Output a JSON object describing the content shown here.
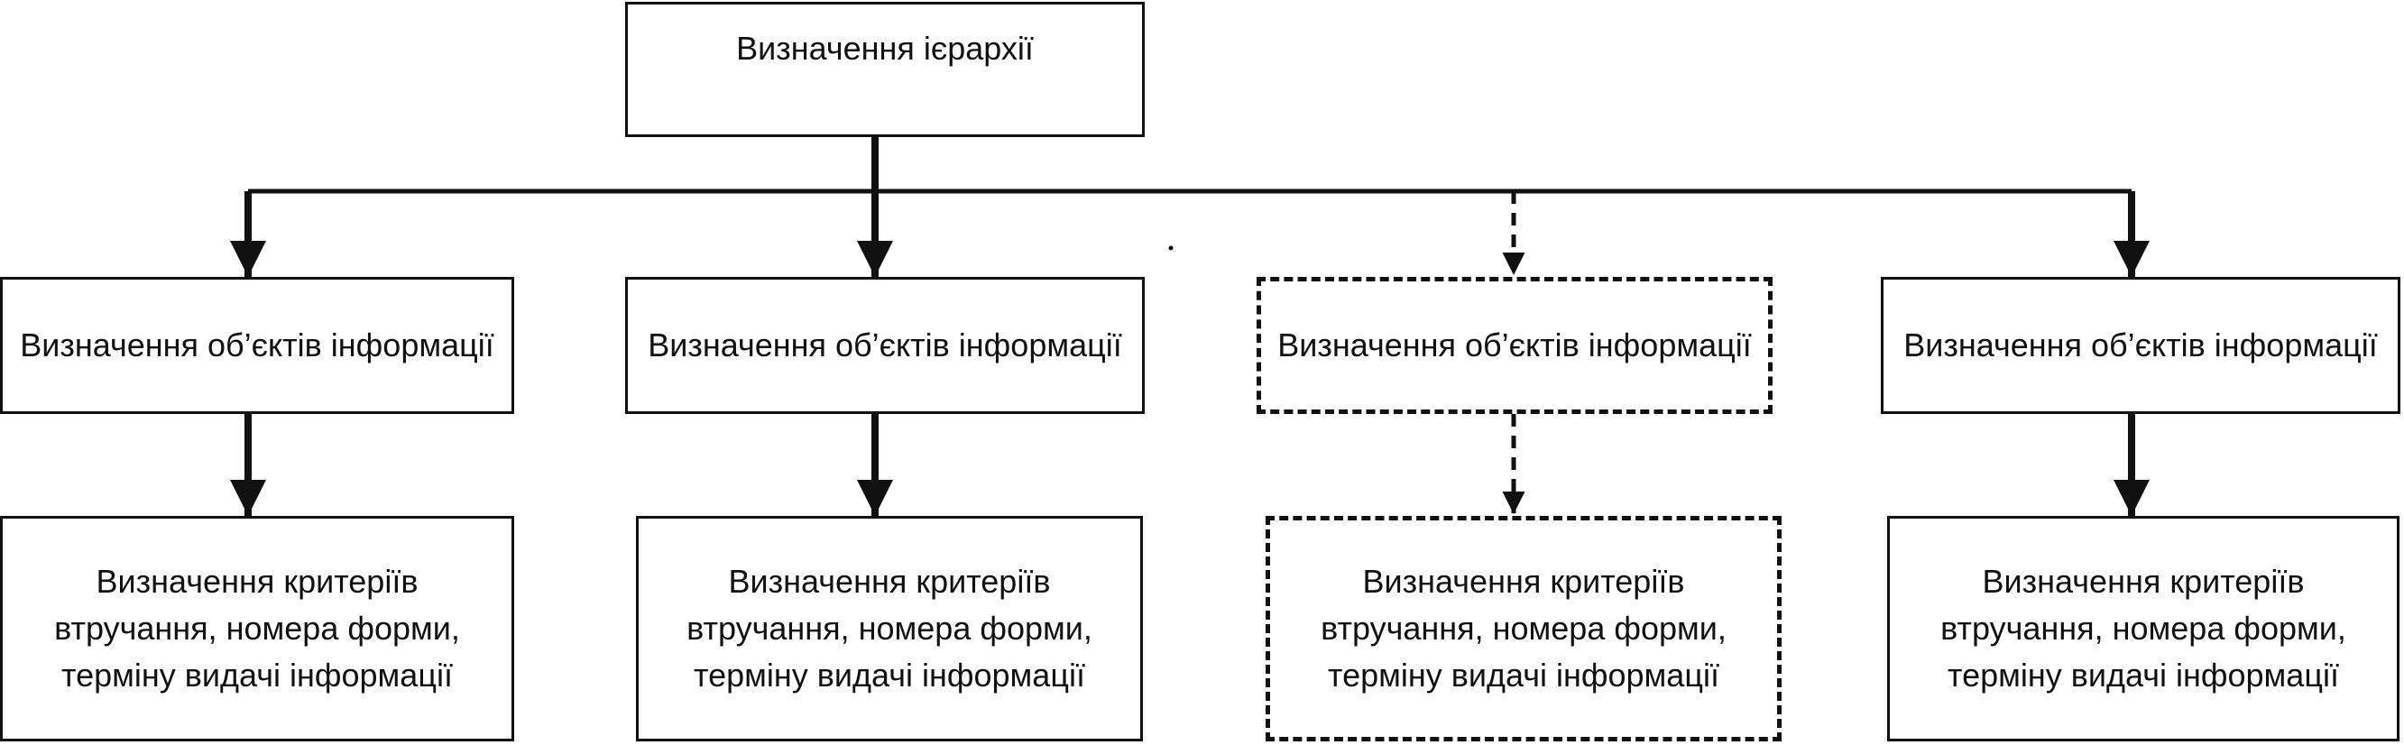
{
  "diagram": {
    "root": {
      "label": "Визначення ієрархії"
    },
    "branches": [
      {
        "object_label": "Визначення об’єктів інформації",
        "criteria_label": "Визначення критеріїв втручання, номера форми, терміну видачі інформації",
        "style": "solid"
      },
      {
        "object_label": "Визначення об’єктів інформації",
        "criteria_label": "Визначення критеріїв втручання, номера форми, терміну видачі інформації",
        "style": "solid"
      },
      {
        "object_label": "Визначення об’єктів інформації",
        "criteria_label": "Визначення критеріїв втручання, номера форми, терміну видачі інформації",
        "style": "dashed"
      },
      {
        "object_label": "Визначення об’єктів інформації",
        "criteria_label": "Визначення критеріїв втручання, номера форми, терміну видачі інформації",
        "style": "solid"
      }
    ],
    "colors": {
      "line": "#111111",
      "box_fill": "#ffffff",
      "background": "#ffffff"
    }
  }
}
